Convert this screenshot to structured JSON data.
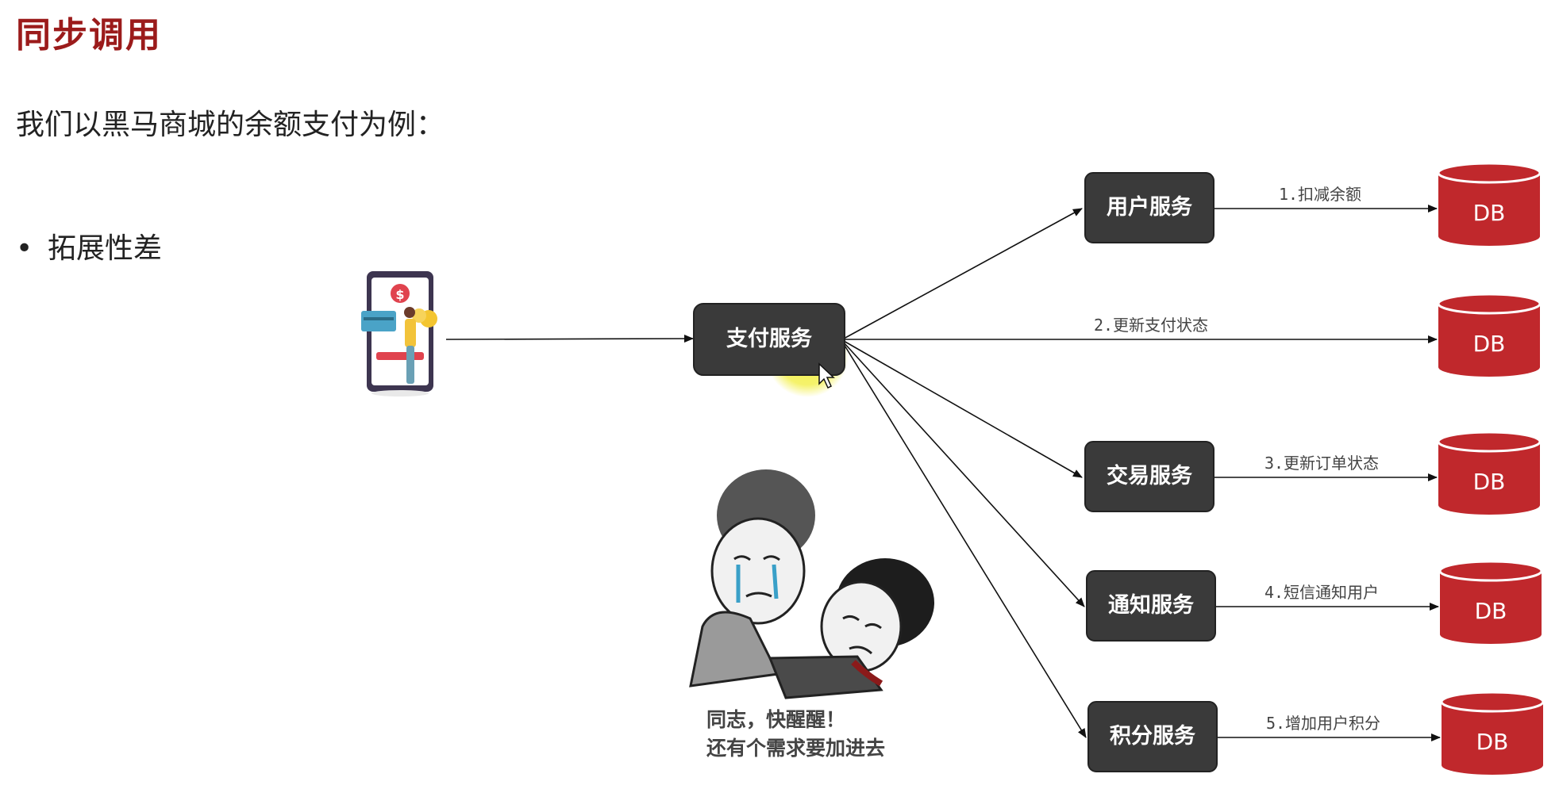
{
  "header": {
    "title": "同步调用",
    "intro": "我们以黑马商城的余额支付为例：",
    "bullet": "拓展性差"
  },
  "diagram": {
    "source": "支付服务",
    "services": [
      {
        "label": "用户服务",
        "edge_label": "1.扣减余额",
        "db": "DB"
      },
      {
        "label": "",
        "edge_label": "2.更新支付状态",
        "db": "DB"
      },
      {
        "label": "交易服务",
        "edge_label": "3.更新订单状态",
        "db": "DB"
      },
      {
        "label": "通知服务",
        "edge_label": "4.短信通知用户",
        "db": "DB"
      },
      {
        "label": "积分服务",
        "edge_label": "5.增加用户积分",
        "db": "DB"
      }
    ]
  },
  "meme": {
    "line1": "同志，快醒醒！",
    "line2": "还有个需求要加进去"
  },
  "colors": {
    "title": "#9b1b1b",
    "service_box": "#3a3a3a",
    "db": "#c0282c",
    "highlight": "#f2ee3a"
  },
  "icons": [
    "phone-payment-icon",
    "cursor-icon",
    "database-icon"
  ]
}
